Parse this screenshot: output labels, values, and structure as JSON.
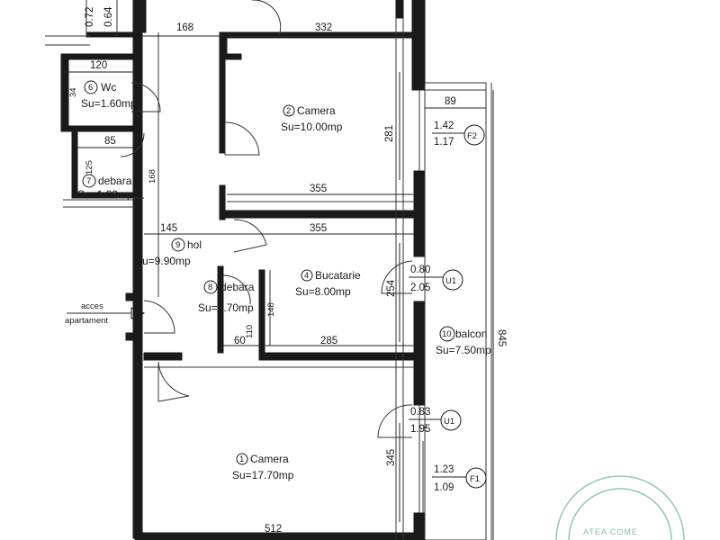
{
  "rooms": {
    "camera_big": {
      "num": "1",
      "name": "Camera",
      "area": "Su=17.70mp"
    },
    "camera_small": {
      "num": "2",
      "name": "Camera",
      "area": "Su=10.00mp"
    },
    "bucatarie": {
      "num": "4",
      "name": "Bucatarie",
      "area": "Su=8.00mp"
    },
    "wc": {
      "num": "6",
      "name": "Wc",
      "area": "Su=1.60mp"
    },
    "debara_top": {
      "num": "7",
      "name": "debara",
      "area": "Su=1.00mp"
    },
    "debara_small": {
      "num": "8",
      "name": "debara",
      "area": "Su=0.70mp"
    },
    "hol": {
      "num": "9",
      "name": "hol",
      "area": "Su=9.90mp"
    },
    "balcon": {
      "num": "10",
      "name": "balcon",
      "area": "Su=7.50mp"
    }
  },
  "dimensions": {
    "d_072": "0.72",
    "d_064": "0.64",
    "d_168_top": "168",
    "d_332": "332",
    "d_120": "120",
    "d_34": "34",
    "d_85": "85",
    "d_125": "125",
    "d_168_side": "168",
    "d_89": "89",
    "d_281": "281",
    "d_355_a": "355",
    "d_355_b": "355",
    "d_145": "145",
    "d_254": "254",
    "d_148": "148",
    "d_110": "110",
    "d_60": "60",
    "d_285": "285",
    "d_845": "845",
    "d_345": "345",
    "d_512": "512"
  },
  "openings": {
    "f2": {
      "top": "1.42",
      "bottom": "1.17",
      "tag": "F2"
    },
    "u1_a": {
      "top": "0.80",
      "bottom": "2.05",
      "tag": "U1"
    },
    "u1_b": {
      "top": "0.83",
      "bottom": "1.95",
      "tag": "U1"
    },
    "f1": {
      "top": "1.23",
      "bottom": "1.09",
      "tag": "F1"
    }
  },
  "entrance": {
    "line1": "acces",
    "line2": "apartament"
  },
  "stamp": {
    "text": "ATEA COME"
  }
}
